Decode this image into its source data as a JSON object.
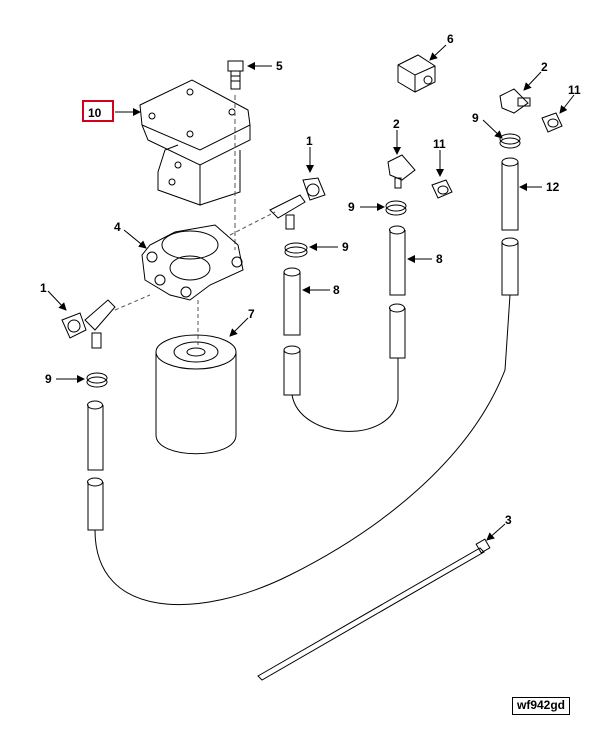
{
  "diagram": {
    "reference_code": "wf942gd",
    "highlight_color": "#d0021b",
    "line_color": "#000000",
    "callouts": [
      {
        "id": "c10",
        "number": "10",
        "highlighted": true
      },
      {
        "id": "c5",
        "number": "5"
      },
      {
        "id": "c6",
        "number": "6"
      },
      {
        "id": "c2a",
        "number": "2"
      },
      {
        "id": "c11a",
        "number": "11"
      },
      {
        "id": "c9a",
        "number": "9"
      },
      {
        "id": "c12",
        "number": "12"
      },
      {
        "id": "c1a",
        "number": "1"
      },
      {
        "id": "c2b",
        "number": "2"
      },
      {
        "id": "c11b",
        "number": "11"
      },
      {
        "id": "c9b",
        "number": "9"
      },
      {
        "id": "c8a",
        "number": "8"
      },
      {
        "id": "c4",
        "number": "4"
      },
      {
        "id": "c9c",
        "number": "9"
      },
      {
        "id": "c8b",
        "number": "8"
      },
      {
        "id": "c1b",
        "number": "1"
      },
      {
        "id": "c7",
        "number": "7"
      },
      {
        "id": "c9d",
        "number": "9"
      },
      {
        "id": "c3",
        "number": "3"
      }
    ]
  }
}
